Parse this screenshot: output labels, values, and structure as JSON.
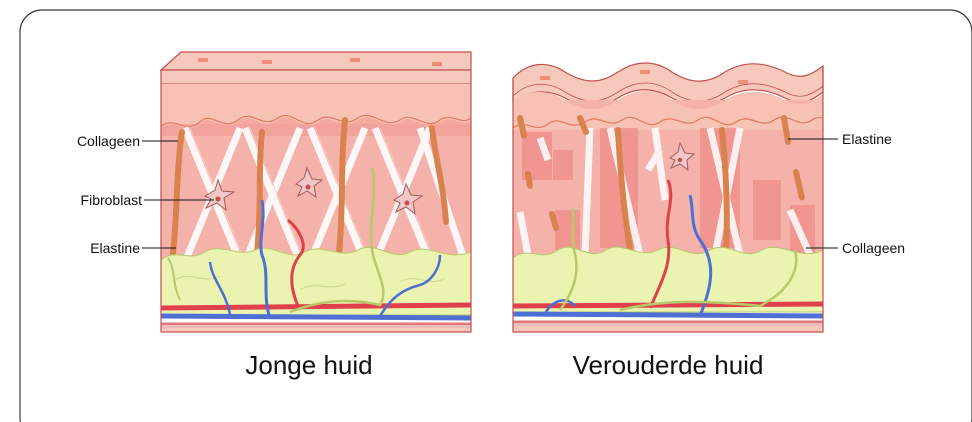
{
  "labels": {
    "young": {
      "collagen": "Collageen",
      "fibroblast": "Fibroblast",
      "elastin": "Elastine"
    },
    "aged": {
      "elastin": "Elastine",
      "collagen": "Collageen"
    }
  },
  "captions": {
    "young": "Jonge huid",
    "aged": "Verouderde huid"
  },
  "colors": {
    "frame": "#3a3a3a",
    "epidermis_top": "#f7c9bd",
    "dermis": "#f5b2ab",
    "dermis_dark": "#ef8f8a",
    "collagen": "#ffffff",
    "elastin": "#e9a26e",
    "fat": "#eaf3b0",
    "artery": "#e0404a",
    "vein": "#4e6fd3",
    "nerve": "#b7c96a"
  }
}
